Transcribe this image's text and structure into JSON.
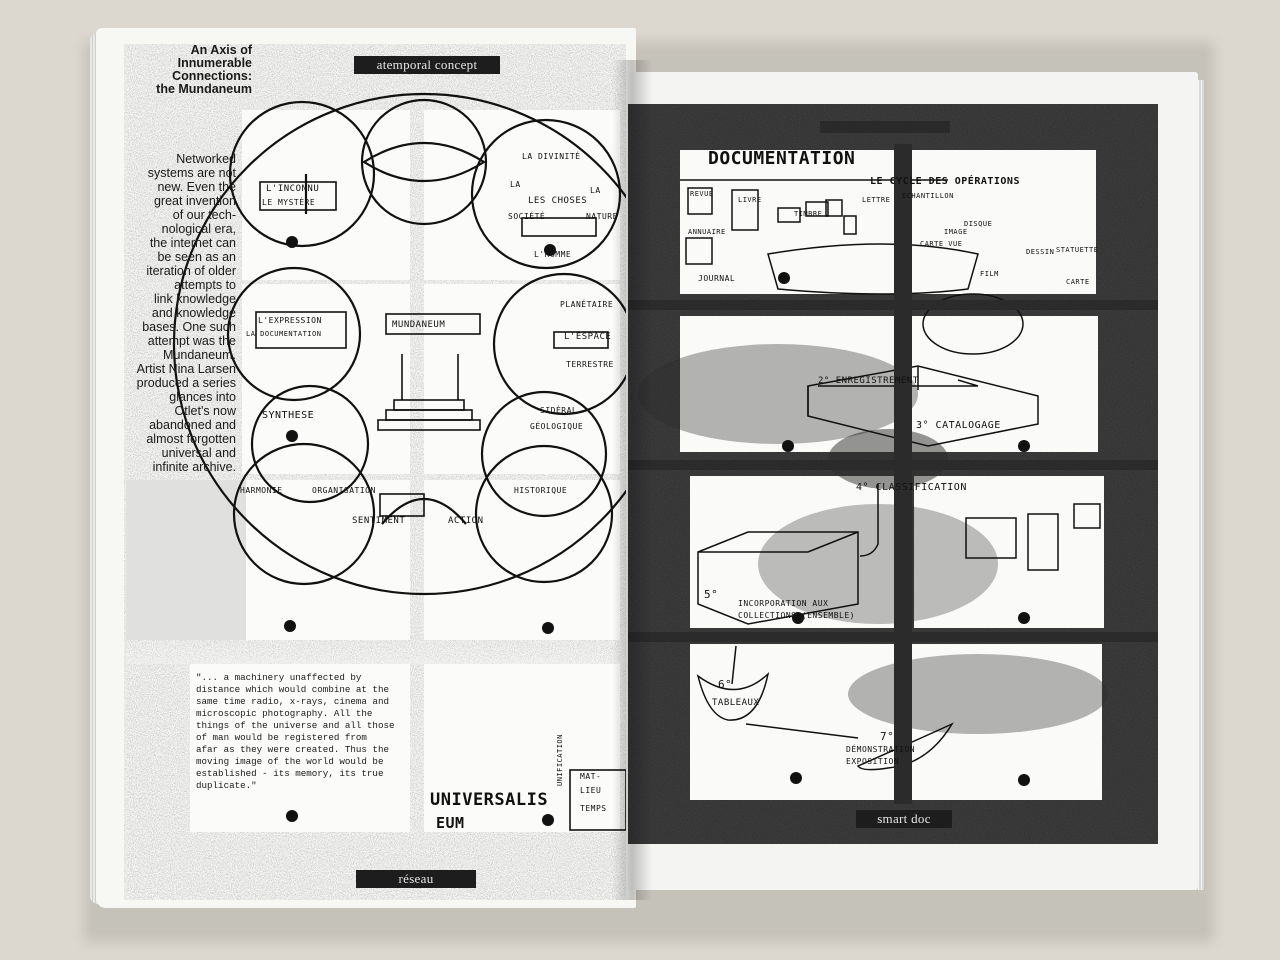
{
  "left_page": {
    "header_label": "atemporal concept",
    "footer_label": "réseau",
    "title_lines": [
      "An Axis of",
      "Innumerable",
      "Connections:",
      "the Mundaneum"
    ],
    "body_lines": [
      "Networked",
      "systems are not",
      "new. Even the",
      "great invention",
      "of our tech-",
      "nological era,",
      "the internet can",
      "be seen as an",
      "iteration of older",
      "attempts to",
      "link knowledge",
      "and knowledge",
      "bases. One such",
      "attempt was the",
      "Mundaneum.",
      "Artist Nina Larsen",
      "produced a series",
      "glances into",
      "Otlet's now",
      "abandoned and",
      "almost forgotten",
      "universal and",
      "infinite archive."
    ],
    "quote_lines": [
      "\"... a machinery unaffected by",
      "distance which would combine at the",
      "same time radio, x-rays, cinema and",
      "microscopic photography. All the",
      "things of the universe and all those",
      "of man would be registered from",
      "afar as they were created. Thus the",
      "moving image of the world would be",
      "established - its memory, its true",
      "duplicate.\""
    ],
    "diagram_labels": {
      "inconnu": "L'INCONNU",
      "mystere": "LE MYSTÈRE",
      "divinite": "LA DIVINITÉ",
      "la1": "LA",
      "la2": "LA",
      "choses": "LES CHOSES",
      "societe": "SOCIÉTÉ",
      "nature": "NATURE",
      "homme": "L'HOMME",
      "expression": "L'EXPRESSION",
      "documentation": "LA DOCUMENTATION",
      "mundaneum": "MUNDANEUM",
      "planetaire": "PLANÉTAIRE",
      "espace": "L'ESPACE",
      "terrestre": "TERRESTRE",
      "synthese": "SYNTHESE",
      "sideral": "SIDÉRAL",
      "geologique": "GÉOLOGIQUE",
      "harmonie": "HARMONIE",
      "organisation": "ORGANISATION",
      "historique": "HISTORIQUE",
      "sentiment": "SENTIMENT",
      "action": "ACTION",
      "universalis": "UNIVERSALIS",
      "eum": "EUM",
      "mat": "MAT-",
      "lieu": "LIEU",
      "temps": "TEMPS",
      "unification": "UNIFICATION"
    }
  },
  "right_page": {
    "header_label": "",
    "footer_label": "smart doc",
    "diagram_labels": {
      "documentation": "DOCUMENTATION",
      "cycle": "LE CYCLE DES OPÉRATIONS",
      "revue": "REVUE",
      "livre": "LIVRE",
      "annuaire": "ANNUAIRE",
      "journal": "JOURNAL",
      "lettre": "LETTRE",
      "timbre": "TIMBRE",
      "echantillon": "ÉCHANTILLON",
      "statuette": "STATUETTE",
      "film": "FILM",
      "disque": "DISQUE",
      "carte_vue": "CARTE VUE",
      "image": "IMAGE",
      "dessin": "DESSIN",
      "carte": "CARTE",
      "enregistrement": "2° ENREGISTREMENT",
      "catalogage": "3° CATALOGAGE",
      "classification": "4° CLASSIFICATION",
      "five": "5°",
      "incorporation": "INCORPORATION AUX COLLECTIONS (ENSEMBLE)",
      "six": "6°",
      "tableaux": "TABLEAUX",
      "seven": "7°",
      "demonstration": "DÉMONSTRATION EXPOSITION"
    }
  },
  "colors": {
    "page": "#f7f7f4",
    "ink": "#111111",
    "dark_panel": "#2b2b2b",
    "background": "#dcd8cf"
  }
}
